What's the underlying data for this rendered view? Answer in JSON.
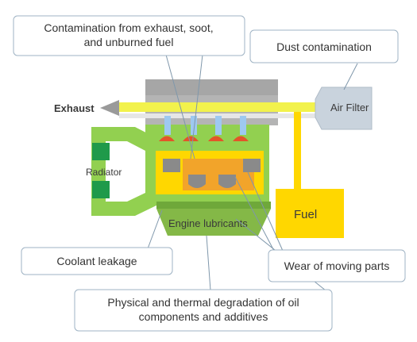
{
  "labels": {
    "exhaust": "Exhaust",
    "radiator": "Radiator",
    "air_filter": "Air Filter",
    "fuel": "Fuel",
    "engine_lubricants": "Engine lubricants"
  },
  "callouts": {
    "contamination_line1": "Contamination from exhaust, soot,",
    "contamination_line2": "and unburned fuel",
    "dust": "Dust contamination",
    "coolant": "Coolant leakage",
    "wear": "Wear of moving parts",
    "degradation_line1": "Physical and thermal degradation of oil",
    "degradation_line2": "components and additives"
  },
  "colors": {
    "engine_green": "#92d050",
    "engine_green_dark": "#6fa83a",
    "block_gray": "#9a9a9a",
    "head_gray": "#bfbfbf",
    "fuel_yellow": "#ffd700",
    "pipe_yellow": "#f5f34a",
    "piston_red": "#e2552a",
    "sump_green": "#84b847",
    "air_filter_fill": "#c9d3dd",
    "callout_border": "#9fb3c4"
  }
}
